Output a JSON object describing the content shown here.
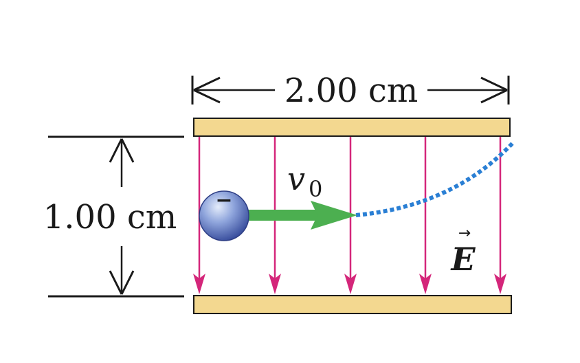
{
  "figure": {
    "width_label": "2.00 cm",
    "height_label": "1.00 cm",
    "velocity_symbol": "v",
    "velocity_subscript": "0",
    "field_symbol": "E",
    "field_vector_mark": "→",
    "charge_sign": "−"
  },
  "colors": {
    "plate_fill": "#f3d890",
    "plate_stroke": "#1a1a1a",
    "field_lines": "#d4267a",
    "velocity_arrow": "#4caf50",
    "trajectory": "#2a7fd4",
    "particle_light": "#b8c8ec",
    "particle_dark": "#3a4f9e",
    "dimension_lines": "#1a1a1a"
  }
}
